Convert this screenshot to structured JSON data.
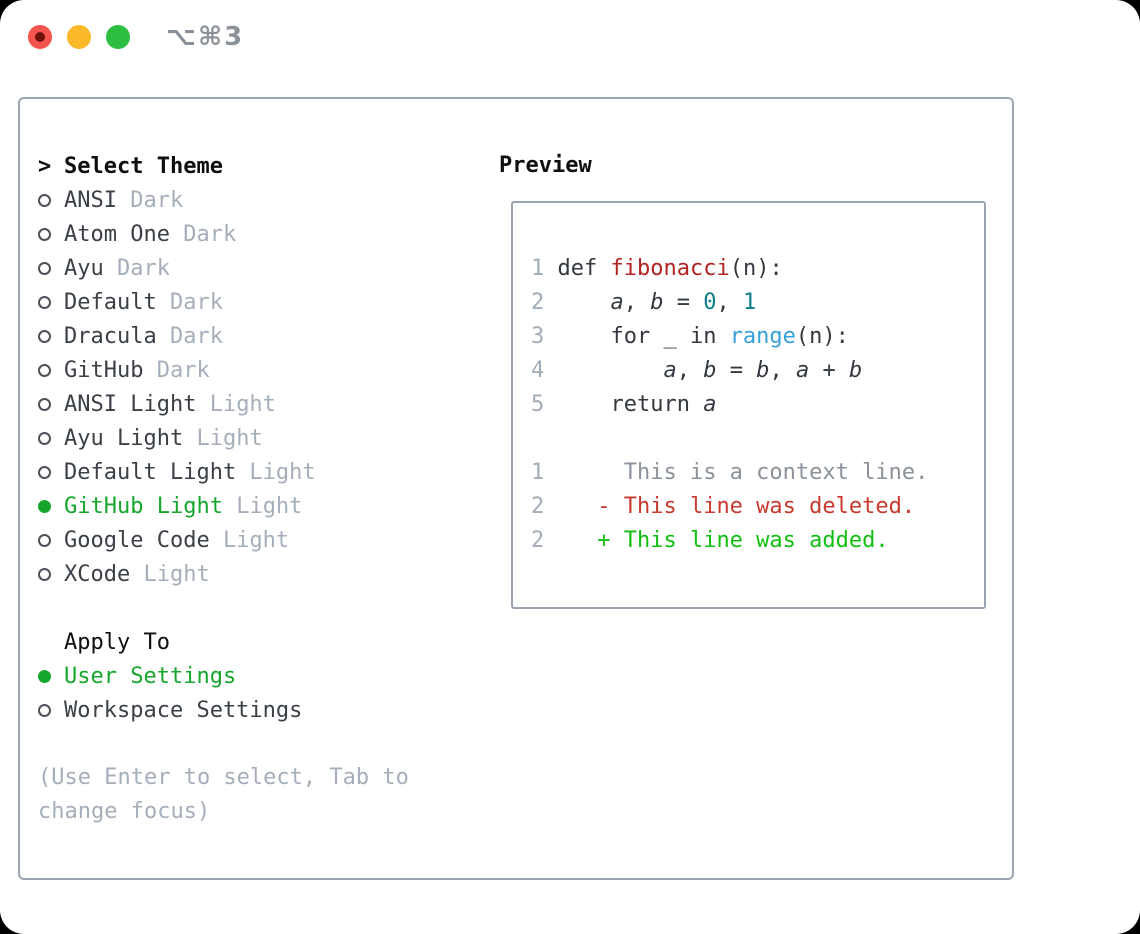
{
  "window": {
    "title": "⌥⌘3"
  },
  "traffic_lights": {
    "close_color": "#f4544d",
    "minimize_color": "#f9b929",
    "zoom_color": "#2dbe41"
  },
  "theme_picker": {
    "prompt": ">",
    "header": "Select Theme",
    "items": [
      {
        "name": "ANSI",
        "variant": "Dark",
        "selected": false
      },
      {
        "name": "Atom One",
        "variant": "Dark",
        "selected": false
      },
      {
        "name": "Ayu",
        "variant": "Dark",
        "selected": false
      },
      {
        "name": "Default",
        "variant": "Dark",
        "selected": false
      },
      {
        "name": "Dracula",
        "variant": "Dark",
        "selected": false
      },
      {
        "name": "GitHub",
        "variant": "Dark",
        "selected": false
      },
      {
        "name": "ANSI Light",
        "variant": "Light",
        "selected": false
      },
      {
        "name": "Ayu Light",
        "variant": "Light",
        "selected": false
      },
      {
        "name": "Default Light",
        "variant": "Light",
        "selected": false
      },
      {
        "name": "GitHub Light",
        "variant": "Light",
        "selected": true
      },
      {
        "name": "Google Code",
        "variant": "Light",
        "selected": false
      },
      {
        "name": "XCode",
        "variant": "Light",
        "selected": false
      }
    ],
    "apply_header": "Apply To",
    "apply_items": [
      {
        "label": "User Settings",
        "selected": true
      },
      {
        "label": "Workspace Settings",
        "selected": false
      }
    ],
    "hint": "(Use Enter to select, Tab to\nchange focus)",
    "selected_color": "#16a62e"
  },
  "preview": {
    "header": "Preview",
    "lines": [
      {
        "num": "1",
        "tokens": [
          [
            "def ",
            "plain"
          ],
          [
            "fibonacci",
            "func"
          ],
          [
            "(n):",
            "plain"
          ]
        ]
      },
      {
        "num": "2",
        "tokens": [
          [
            "    ",
            "plain"
          ],
          [
            "a",
            "var"
          ],
          [
            ", ",
            "plain"
          ],
          [
            "b",
            "var"
          ],
          [
            " = ",
            "plain"
          ],
          [
            "0",
            "num"
          ],
          [
            ", ",
            "plain"
          ],
          [
            "1",
            "num"
          ]
        ]
      },
      {
        "num": "3",
        "tokens": [
          [
            "    for _ in ",
            "plain"
          ],
          [
            "range",
            "builtin"
          ],
          [
            "(n):",
            "plain"
          ]
        ]
      },
      {
        "num": "4",
        "tokens": [
          [
            "        ",
            "plain"
          ],
          [
            "a",
            "var"
          ],
          [
            ", ",
            "plain"
          ],
          [
            "b",
            "var"
          ],
          [
            " = ",
            "plain"
          ],
          [
            "b",
            "var"
          ],
          [
            ", ",
            "plain"
          ],
          [
            "a",
            "var"
          ],
          [
            " + ",
            "plain"
          ],
          [
            "b",
            "var"
          ]
        ]
      },
      {
        "num": "5",
        "tokens": [
          [
            "    return ",
            "plain"
          ],
          [
            "a",
            "var"
          ]
        ]
      },
      {
        "num": "",
        "tokens": []
      },
      {
        "num": "1",
        "tokens": [
          [
            "     This is a context line.",
            "context"
          ]
        ]
      },
      {
        "num": "2",
        "tokens": [
          [
            "   - This line was deleted.",
            "deleted"
          ]
        ]
      },
      {
        "num": "2",
        "tokens": [
          [
            "   + This line was added.",
            "added"
          ]
        ]
      }
    ],
    "syntax_colors": {
      "plain": "#33393f",
      "function": "#b12421",
      "number": "#0d7e89",
      "builtin": "#36a0d9",
      "context": "#8b9299",
      "deleted": "#c73a2d",
      "added": "#11bf11",
      "line_number": "#a2abb8"
    }
  }
}
